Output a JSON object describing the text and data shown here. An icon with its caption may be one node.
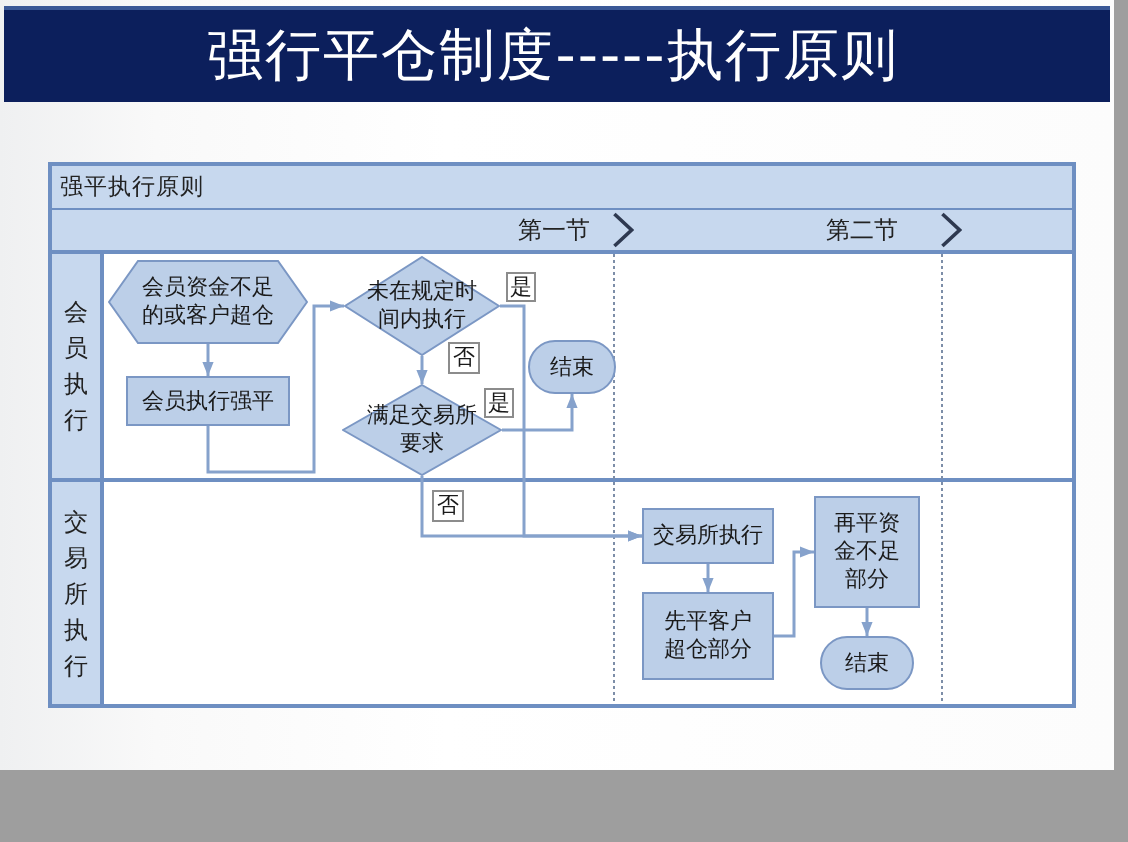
{
  "diagram": {
    "title": "强行平仓制度-----执行原则",
    "nodes": [
      {
        "text": [
          "强平执行原则"
        ]
      },
      {
        "text": [
          "会员执行"
        ],
        "in": 0
      },
      {
        "text": [
          "交易所执行"
        ],
        "in": 0
      },
      {
        "text": [
          "会员资金不足的或客户超仓"
        ],
        "in": 1
      },
      {
        "text": [
          "会员执行强平"
        ],
        "in": 1
      },
      {
        "text": [
          "未在规定时间内执行"
        ],
        "in": 1
      },
      {
        "text": [
          "满足交易所要求"
        ],
        "in": 1
      },
      {
        "text": [
          "结束"
        ],
        "in": 1
      },
      {
        "text": [
          "交易所执行"
        ],
        "in": 2
      },
      {
        "text": [
          "先平客户超仓部分"
        ],
        "in": 2
      },
      {
        "text": [
          "再平资金不足部分"
        ],
        "in": 2
      },
      {
        "text": [
          "结束"
        ],
        "in": 2
      }
    ],
    "edges": [
      {
        "from": 3,
        "to": 4,
        "arrow": "to"
      },
      {
        "from": 4,
        "to": 5,
        "arrow": "to"
      },
      {
        "from": 5,
        "to": 6,
        "arrow": "to",
        "label": "否"
      },
      {
        "from": 5,
        "to": 8,
        "arrow": "to",
        "label": "是"
      },
      {
        "from": 6,
        "to": 7,
        "arrow": "to",
        "label": "是"
      },
      {
        "from": 6,
        "to": 8,
        "arrow": "to",
        "label": "否"
      },
      {
        "from": 8,
        "to": 9,
        "arrow": "to"
      },
      {
        "from": 9,
        "to": 10,
        "arrow": "to"
      },
      {
        "from": 10,
        "to": 11,
        "arrow": "to"
      }
    ],
    "labels": [
      "第一节",
      "第二节"
    ]
  }
}
